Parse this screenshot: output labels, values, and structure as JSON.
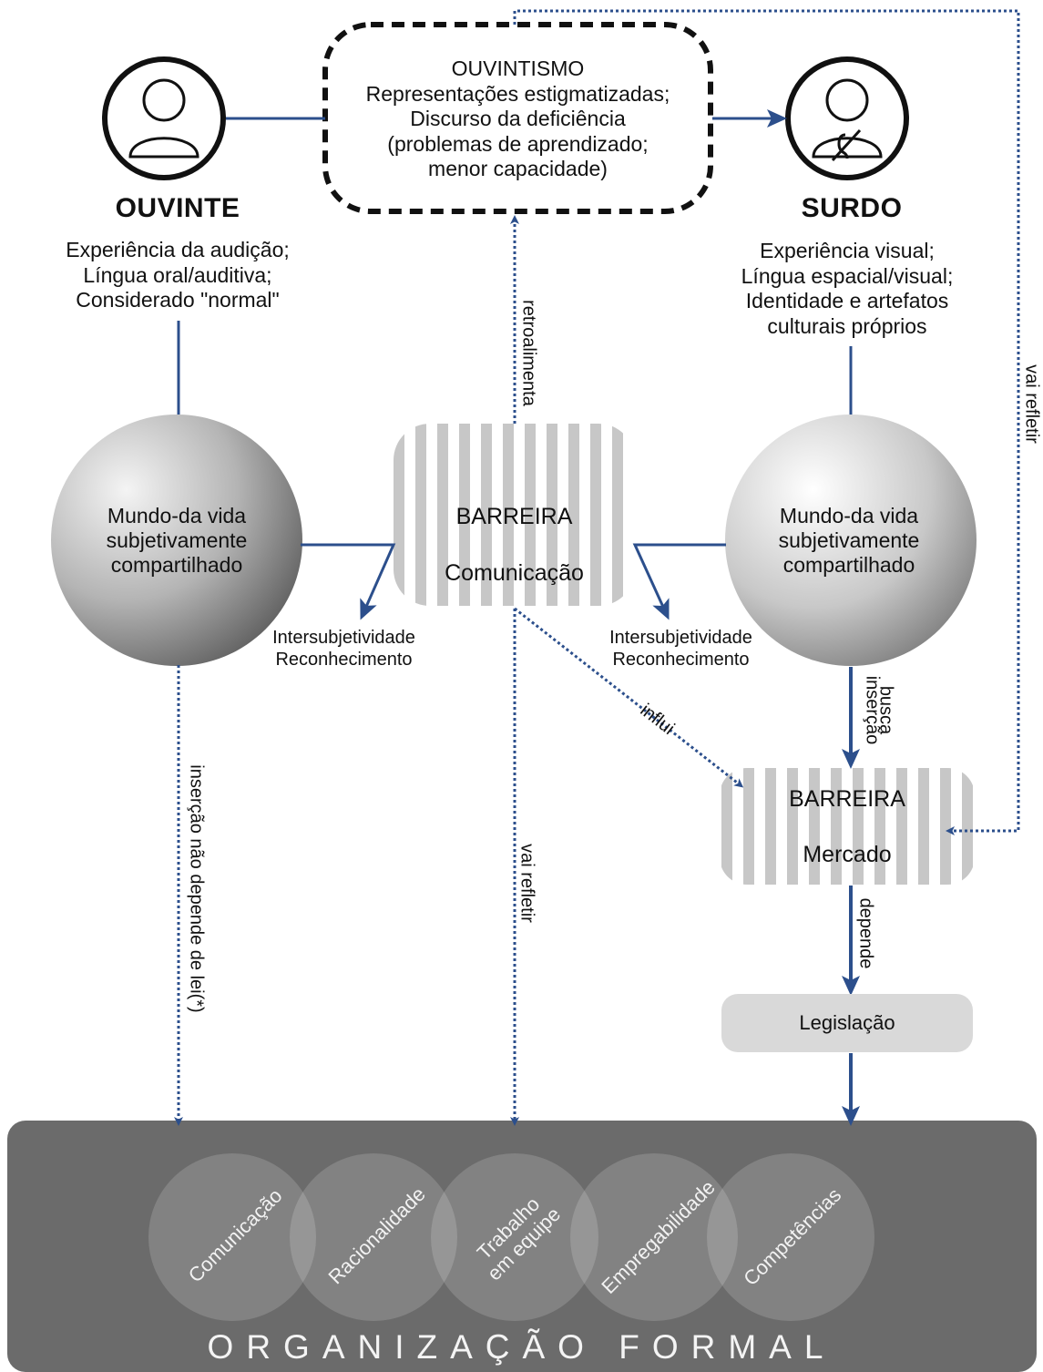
{
  "ouvintismo": {
    "title": "OUVINTISMO",
    "line1": "Representações estigmatizadas;",
    "line2": "Discurso da deficiência",
    "line3": "(problemas de aprendizado;",
    "line4": "menor capacidade)"
  },
  "ouvinte": {
    "title": "OUVINTE",
    "line1": "Experiência da audição;",
    "line2": "Língua oral/auditiva;",
    "line3": "Considerado \"normal\""
  },
  "surdo": {
    "title": "SURDO",
    "line1": "Experiência visual;",
    "line2": "Língua espacial/visual;",
    "line3": "Identidade e artefatos",
    "line4": "culturais próprios"
  },
  "mundo_left": {
    "line1": "Mundo-da vida",
    "line2": "subjetivamente",
    "line3": "compartilhado"
  },
  "mundo_right": {
    "line1": "Mundo-da vida",
    "line2": "subjetivamente",
    "line3": "compartilhado"
  },
  "barreira_com": {
    "title": "BARREIRA",
    "sub": "Comunicação"
  },
  "barreira_merc": {
    "title": "BARREIRA",
    "sub": "Mercado"
  },
  "inter_left": {
    "line1": "Intersubjetividade",
    "line2": "Reconhecimento"
  },
  "inter_right": {
    "line1": "Intersubjetividade",
    "line2": "Reconhecimento"
  },
  "labels": {
    "retroalimenta": "retroalimenta",
    "vai_refletir_right": "vai refletir",
    "vai_refletir_center": "vai refletir",
    "insercao_lei": "inserção não depende de lei(*)",
    "busca": "busca",
    "insercao": "inserção",
    "influi": "influi",
    "depende": "depende"
  },
  "legislacao": "Legislação",
  "organizacao": {
    "title": "ORGANIZAÇÃO FORMAL",
    "items": [
      "Comunicação",
      "Racionalidade",
      "Trabalho",
      "em equipe",
      "Empregabilidade",
      "Competências"
    ]
  },
  "colors": {
    "arrow": "#2c4f8c",
    "org_bg": "#6b6b6b",
    "legislacao_bg": "#d9d9d9"
  }
}
